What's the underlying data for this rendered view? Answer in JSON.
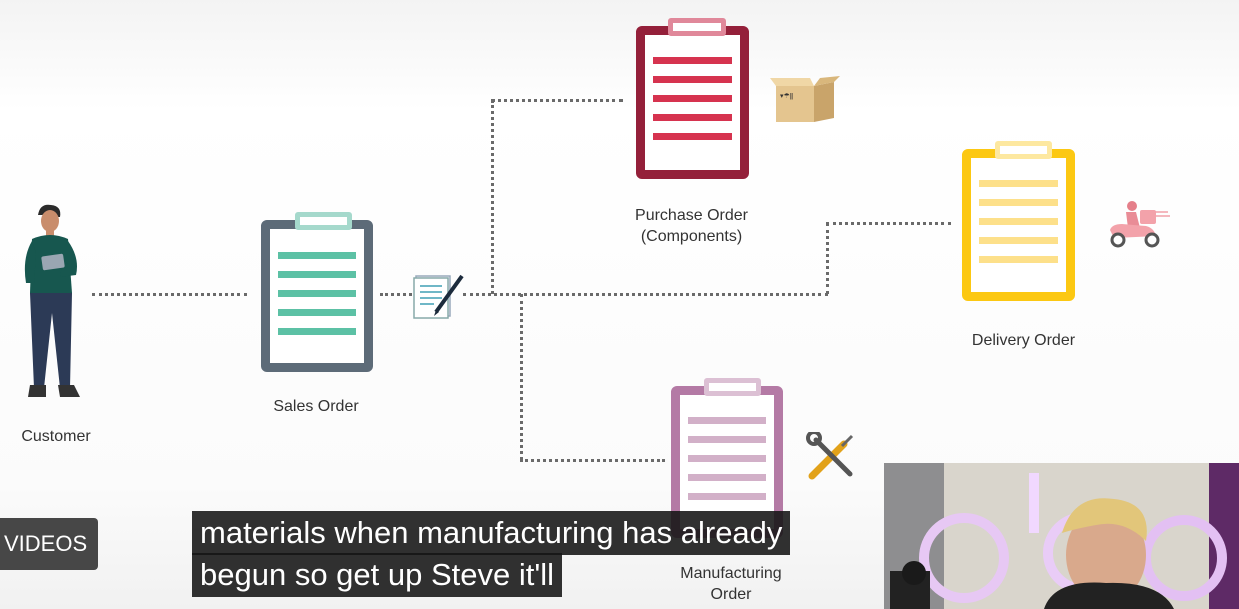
{
  "nodes": {
    "customer": "Customer",
    "sales_order": "Sales Order",
    "purchase_order_line1": "Purchase Order",
    "purchase_order_line2": "(Components)",
    "delivery_order": "Delivery Order",
    "manufacturing_line1": "Manufacturing",
    "manufacturing_line2": "Order"
  },
  "colors": {
    "sales": "#5d6b78",
    "sales_lines": "#5cc1a5",
    "purchase": "#94203a",
    "purchase_lines": "#d6334f",
    "delivery": "#fcc812",
    "delivery_lines": "#fde08a",
    "manufacturing": "#b47aa5",
    "manufacturing_lines": "#d2b0c8"
  },
  "icons": {
    "person": "customer-person-icon",
    "contract": "contract-sign-icon",
    "box": "cardboard-box-icon",
    "scooter": "delivery-scooter-icon",
    "tools": "wrench-screwdriver-icon"
  },
  "captions": {
    "line1": "materials when manufacturing has already",
    "line2": "begun so get up Steve it'll"
  },
  "videos_button": "VIDEOS"
}
